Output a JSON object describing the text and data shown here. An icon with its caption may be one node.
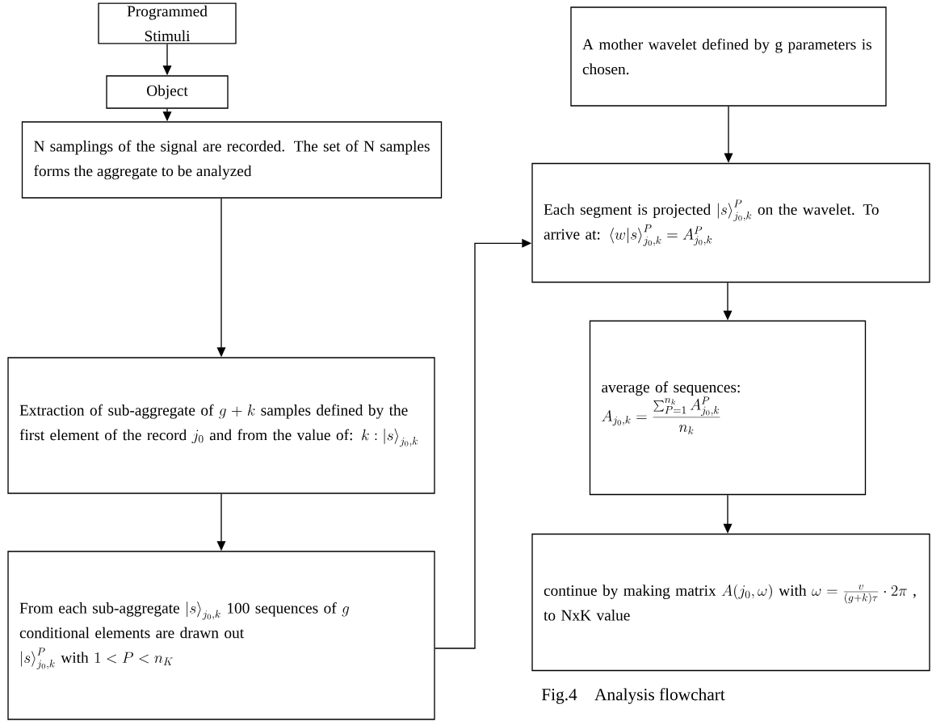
{
  "diagram": {
    "caption": "Fig.4    Analysis flowchart",
    "nodes": [
      {
        "text": [
          "Programmed Stimuli"
        ]
      },
      {
        "text": [
          "Object"
        ]
      },
      {
        "text": [
          "N samplings of the signal are recorded. The set of N samples forms the aggregate to be analyzed"
        ]
      },
      {
        "text": [
          "Extraction of sub-aggregate of",
          "g + k",
          "samples defined by the first element of the record",
          "j_0",
          "and from the value of:",
          "k : \\left| s \\right\\rangle_{j_0,k}"
        ]
      },
      {
        "text": [
          "From each sub-aggregate",
          "\\left| s \\right\\rangle_{j_0,k}",
          "100 sequences of",
          "g",
          "conditional elements are drawn out",
          "\\left| s \\right\\rangle^{P}_{j_0,k}",
          "with",
          "1 < P < n_K"
        ]
      },
      {
        "text": [
          "A mother wavelet defined by g parameters is chosen."
        ]
      },
      {
        "text": [
          "Each segment is projected",
          "\\left| s \\right\\rangle^{P}_{j_0,k}",
          "on the wavelet. To arrive at:",
          "\\left\\langle w \\middle| s \\right\\rangle^{P}_{j_0,k} = A^{P}_{j_0,k}"
        ]
      },
      {
        "text": [
          "average of sequences:",
          "A_{j_0,k} = \\frac{\\sum_{P=1}^{n_k} A^{P}_{j_0,k}}{n_k}"
        ]
      },
      {
        "text": [
          "continue by making matrix",
          "A(j_0,\\omega)",
          "with",
          "\\omega = \\frac{v}{(g+k)\\tau}\\cdot 2\\pi",
          ", to NxK value"
        ]
      }
    ],
    "edges": [
      {
        "from": 0,
        "to": 1,
        "arrow": "to"
      },
      {
        "from": 1,
        "to": 2,
        "arrow": "to"
      },
      {
        "from": 2,
        "to": 3,
        "arrow": "to"
      },
      {
        "from": 3,
        "to": 4,
        "arrow": "to"
      },
      {
        "from": 4,
        "to": 6,
        "arrow": "to"
      },
      {
        "from": 5,
        "to": 6,
        "arrow": "to"
      },
      {
        "from": 6,
        "to": 7,
        "arrow": "to"
      },
      {
        "from": 7,
        "to": 8,
        "arrow": "to"
      }
    ]
  }
}
